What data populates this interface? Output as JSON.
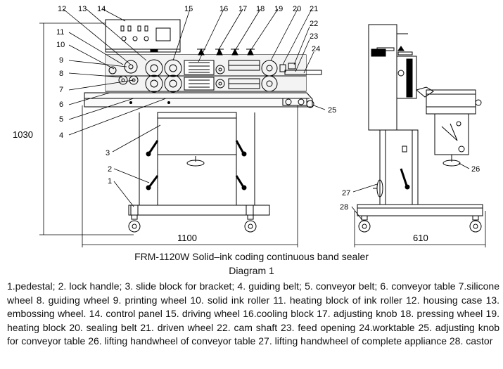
{
  "front_dimensions": {
    "height": "1030",
    "width": "1100"
  },
  "side_dimensions": {
    "width": "610"
  },
  "callout_numbers": [
    "1",
    "2",
    "3",
    "4",
    "5",
    "6",
    "7",
    "8",
    "9",
    "10",
    "11",
    "12",
    "13",
    "14",
    "15",
    "16",
    "17",
    "18",
    "19",
    "20",
    "21",
    "22",
    "23",
    "24",
    "25",
    "26",
    "27",
    "28"
  ],
  "caption": {
    "title": "FRM-1120W Solid–ink coding continuous band sealer",
    "subtitle": "Diagram 1"
  },
  "legend": [
    "1.pedestal;",
    "2. lock handle;",
    "3. slide block for bracket;",
    "4. guiding belt;",
    "5. conveyor belt;",
    "6. conveyor table",
    "7.silicone wheel",
    "8. guiding wheel",
    "9. printing wheel",
    "10. solid ink roller",
    "11. heating block of ink roller",
    "12. housing case",
    "13. embossing wheel.",
    "14. control panel",
    "15. driving wheel",
    "16.cooling block",
    "17. adjusting knob",
    "18. pressing wheel",
    "19. heating block",
    "20. sealing belt",
    "21. driven wheel",
    "22. cam shaft",
    "23. feed opening",
    "24.worktable",
    "25. adjusting knob for conveyor table",
    "26. lifting handwheel of conveyor table",
    "27. lifting handwheel of complete appliance",
    "28. castor"
  ]
}
